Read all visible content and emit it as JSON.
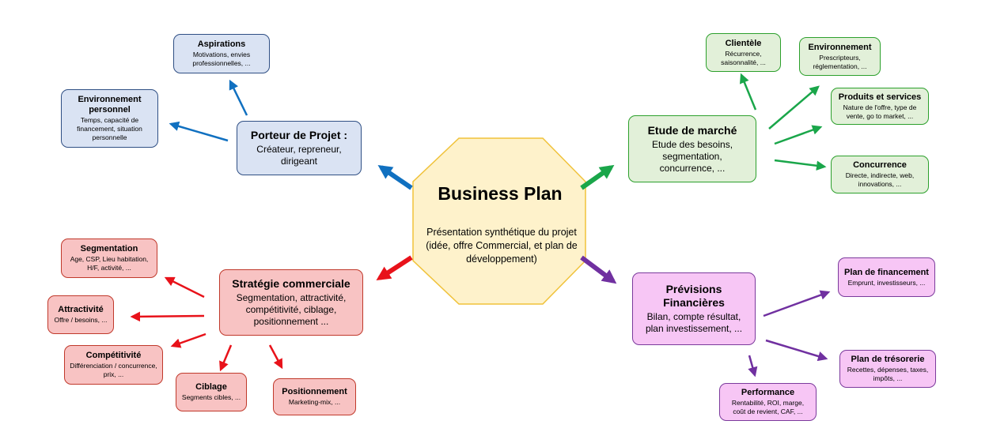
{
  "center": {
    "title": "Business Plan",
    "desc": "Présentation synthétique du projet (idée, offre Commercial, et plan de développement)"
  },
  "porteur": {
    "title": "Porteur de Projet :",
    "desc": "Créateur, repreneur, dirigeant",
    "aspirations": {
      "title": "Aspirations",
      "desc": "Motivations, envies professionnelles, ..."
    },
    "environnement": {
      "title": "Environnement personnel",
      "desc": "Temps, capacité de financement, situation personnelle"
    }
  },
  "marche": {
    "title": "Etude de marché",
    "desc": "Etude des besoins, segmentation, concurrence, ...",
    "clientele": {
      "title": "Clientèle",
      "desc": "Récurrence, saisonnalité, ..."
    },
    "environnement": {
      "title": "Environnement",
      "desc": "Prescripteurs, réglementation, ..."
    },
    "produits": {
      "title": "Produits et services",
      "desc": "Nature de l'offre, type de vente, go to market, ..."
    },
    "concurrence": {
      "title": "Concurrence",
      "desc": "Directe, indirecte, web, innovations, ..."
    }
  },
  "strategie": {
    "title": "Stratégie commerciale",
    "desc": "Segmentation, attractivité, compétitivité, ciblage, positionnement ...",
    "segmentation": {
      "title": "Segmentation",
      "desc": "Age, CSP, Lieu habitation, H/F, activité, ..."
    },
    "attractivite": {
      "title": "Attractivité",
      "desc": "Offre / besoins, ..."
    },
    "competitivite": {
      "title": "Compétitivité",
      "desc": "Différenciation / concurrence, prix, ..."
    },
    "ciblage": {
      "title": "Ciblage",
      "desc": "Segments cibles, ..."
    },
    "positionnement": {
      "title": "Positionnement",
      "desc": "Marketing-mix, ..."
    }
  },
  "previsions": {
    "title": "Prévisions Financières",
    "desc": "Bilan, compte résultat, plan investissement, ...",
    "financement": {
      "title": "Plan de financement",
      "desc": "Emprunt, investisseurs, ..."
    },
    "tresorerie": {
      "title": "Plan de trésorerie",
      "desc": "Recettes, dépenses, taxes, impôts, ..."
    },
    "performance": {
      "title": "Performance",
      "desc": "Rentabilité, ROI, marge, coût de revient, CAF, ..."
    }
  },
  "colors": {
    "blue": "#1070c0",
    "green": "#1aa64a",
    "red": "#e8121a",
    "purple": "#7030a0",
    "octagon_fill": "#fef2cb",
    "octagon_stroke": "#f0c23a"
  }
}
